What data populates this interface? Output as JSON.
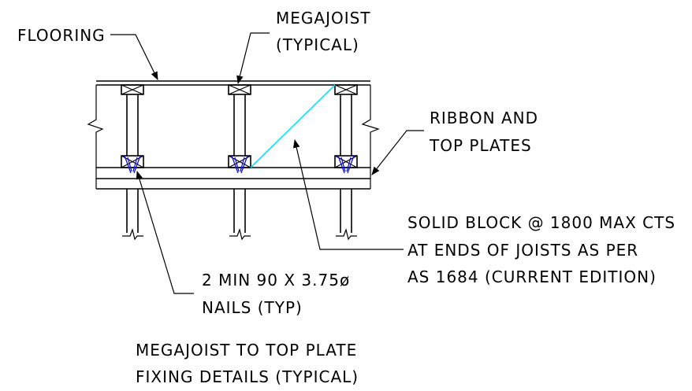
{
  "labels": {
    "flooring": "FLOORING",
    "megajoist_1": "MEGAJOIST",
    "megajoist_2": "(TYPICAL)",
    "ribbon_1": "RIBBON AND",
    "ribbon_2": "TOP PLATES",
    "block_1": "SOLID BLOCK @ 1800 MAX CTS",
    "block_2": "AT ENDS OF JOISTS AS PER",
    "block_3": "AS 1684 (CURRENT EDITION)",
    "nails_1": "2 MIN 90 X 3.75ø",
    "nails_2": "NAILS (TYP)",
    "caption_1": "MEGAJOIST TO TOP PLATE",
    "caption_2": "FIXING DETAILS (TYPICAL)"
  },
  "colors": {
    "line": "#000000",
    "solid_block": "#00e5ff",
    "nails": "#1010e0"
  }
}
